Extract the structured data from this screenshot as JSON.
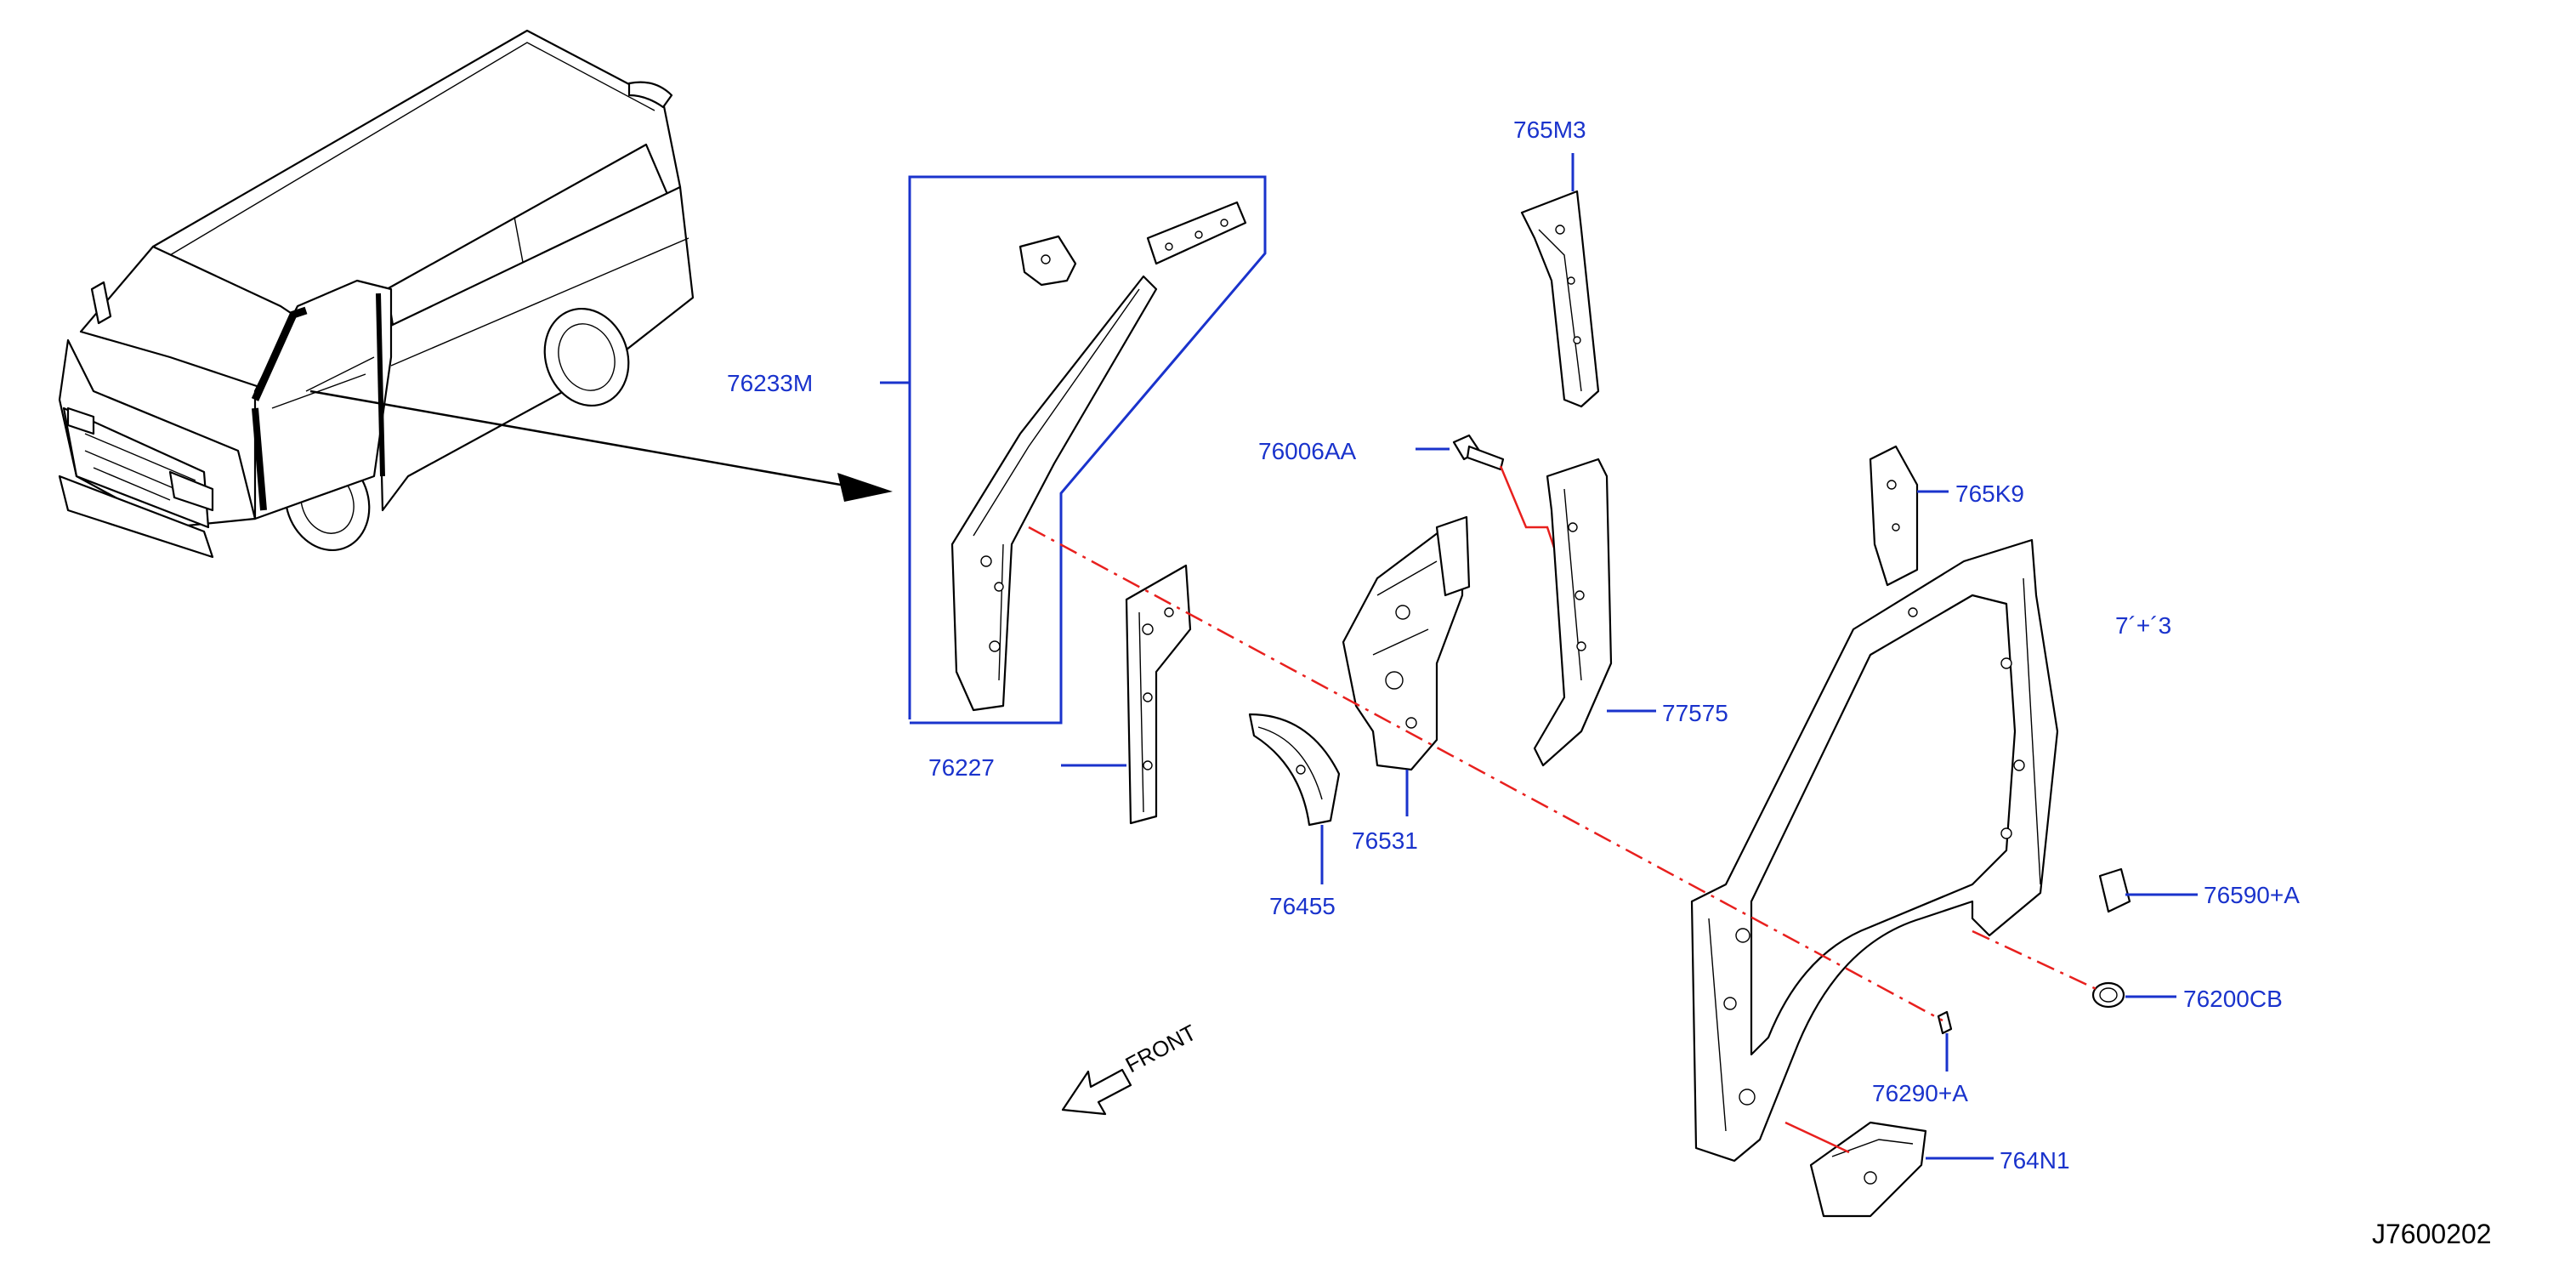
{
  "diagram_code": "J7600202",
  "front_indicator": "FRONT",
  "parts": {
    "p765M3": "765M3",
    "p76233M": "76233M",
    "p76006AA": "76006AA",
    "p765K9": "765K9",
    "p76_3": "7´+´3",
    "p77575": "77575",
    "p76227": "76227",
    "p76531": "76531",
    "p76455": "76455",
    "p76590A": "76590+A",
    "p76200CB": "76200CB",
    "p76290A": "76290+A",
    "p764N1": "764N1"
  },
  "colors": {
    "label": "#1a33cc",
    "dashed_line": "#e8201e",
    "outline": "#000000"
  }
}
